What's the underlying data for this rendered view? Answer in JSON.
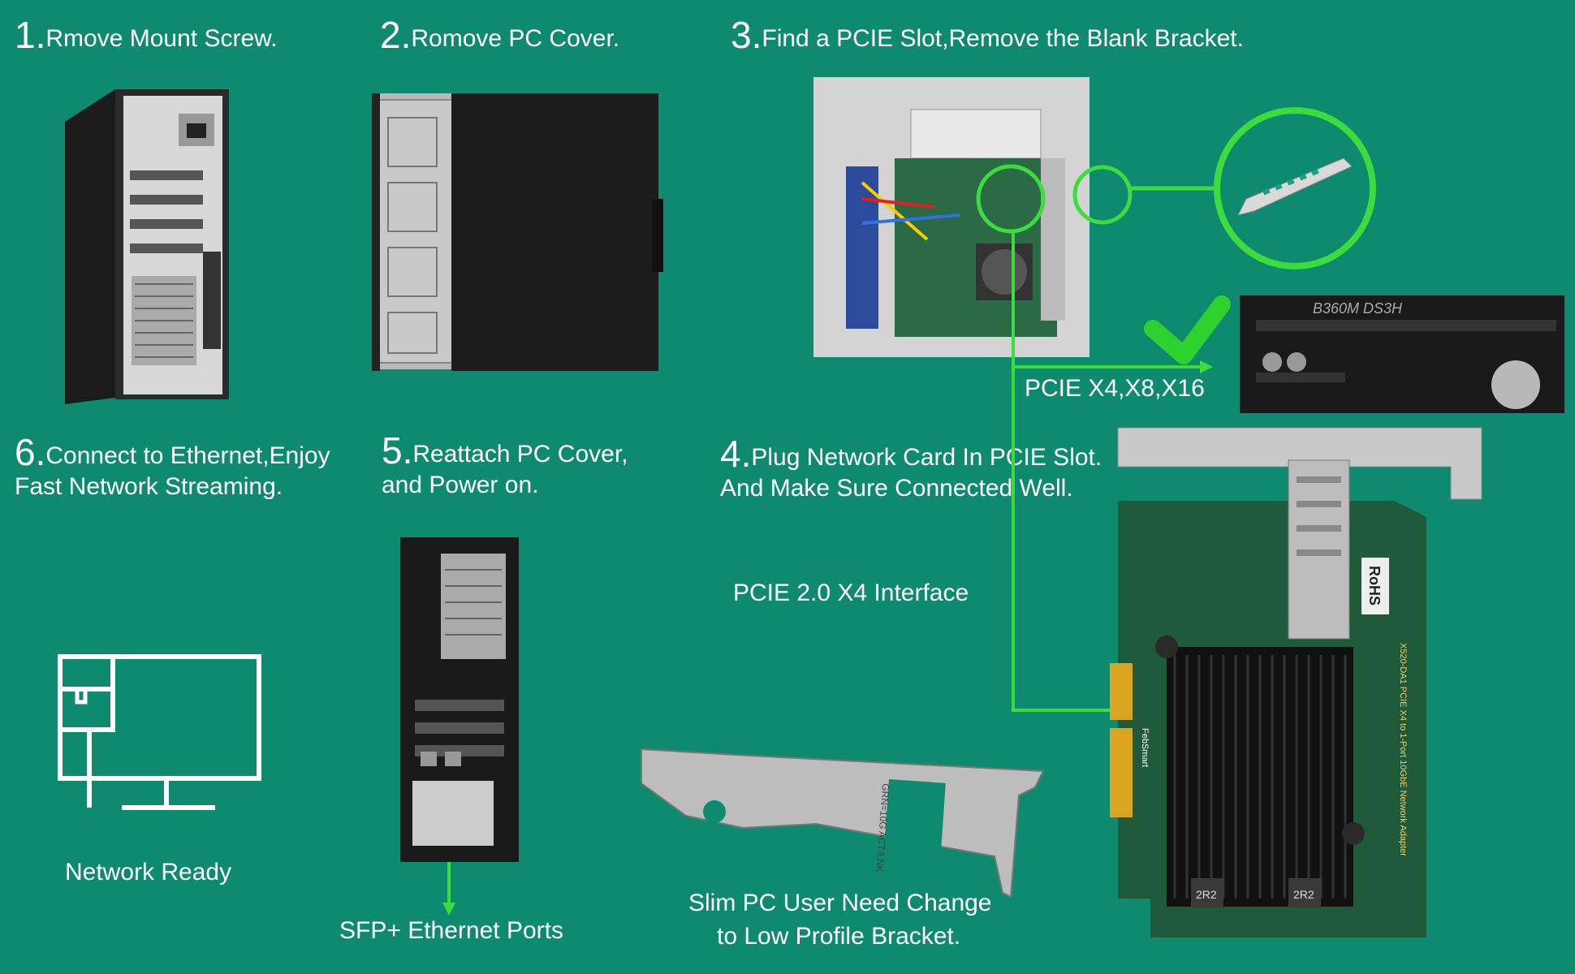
{
  "steps": [
    {
      "num": "1.",
      "text": "Rmove Mount Screw."
    },
    {
      "num": "2.",
      "text": "Romove PC Cover."
    },
    {
      "num": "3.",
      "text": "Find a PCIE Slot,Remove the Blank Bracket."
    },
    {
      "num": "4.",
      "text": "Plug Network Card In PCIE Slot.",
      "line2": "And Make Sure Connected Well."
    },
    {
      "num": "5.",
      "text": "Reattach PC Cover,",
      "line2": "and Power on."
    },
    {
      "num": "6.",
      "text": "Connect to Ethernet,Enjoy",
      "line2": "Fast Network Streaming."
    }
  ],
  "labels": {
    "pcie_slots": "PCIE X4,X8,X16",
    "interface": "PCIE 2.0 X4 Interface",
    "network_ready": "Network Ready",
    "sfp_ports": "SFP+ Ethernet Ports",
    "slim_pc_line1": "Slim PC User Need Change",
    "slim_pc_line2": "to Low Profile Bracket."
  },
  "image_text": {
    "motherboard_model": "B360M DS3H",
    "rohs": "RoHS",
    "card_model": "X520-DA1 PCIE X4 to 1-Port 10GbE Network Adapter",
    "brand": "FebSmart",
    "bracket_text": "GRN=10G ACT/LNK",
    "inductor": "2R2"
  },
  "colors": {
    "background": "#0e8a6f",
    "highlight_green": "#3cdc3c",
    "card_pcb": "#1f5a3a",
    "heatsink": "#111111",
    "gold": "#d9a520"
  }
}
